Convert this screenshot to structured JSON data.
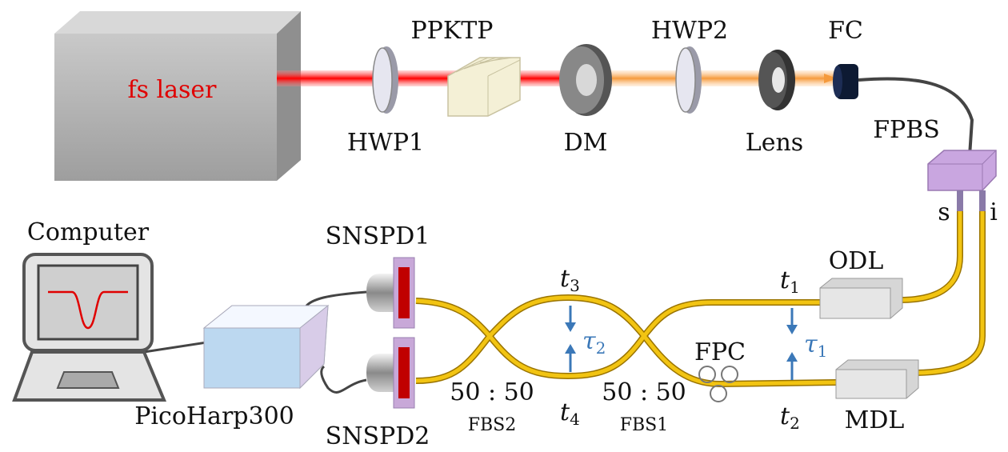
{
  "labels": {
    "laser": "fs laser",
    "hwp1": "HWP1",
    "ppktp": "PPKTP",
    "dm": "DM",
    "hwp2": "HWP2",
    "lens": "Lens",
    "fc": "FC",
    "fpbs": "FPBS",
    "s": "s",
    "i": "i",
    "odl": "ODL",
    "mdl": "MDL",
    "fpc": "FPC",
    "fbs1_ratio": "50 : 50",
    "fbs1": "FBS1",
    "fbs2_ratio": "50 : 50",
    "fbs2": "FBS2",
    "snspd1": "SNSPD1",
    "snspd2": "SNSPD2",
    "picoharp": "PicoHarp300",
    "computer": "Computer"
  },
  "times": {
    "t1": {
      "var": "t",
      "sub": "1"
    },
    "t2": {
      "var": "t",
      "sub": "2"
    },
    "t3": {
      "var": "t",
      "sub": "3"
    },
    "t4": {
      "var": "t",
      "sub": "4"
    },
    "tau1": {
      "var": "τ",
      "sub": "1"
    },
    "tau2": {
      "var": "τ",
      "sub": "2"
    }
  },
  "colors": {
    "pump_beam": "#ff1a1a",
    "shg_beam": "#f59a3c",
    "fiber": "#f0c010",
    "delay_arrow": "#3b78b8",
    "fpbs": "#c9a6e0"
  }
}
